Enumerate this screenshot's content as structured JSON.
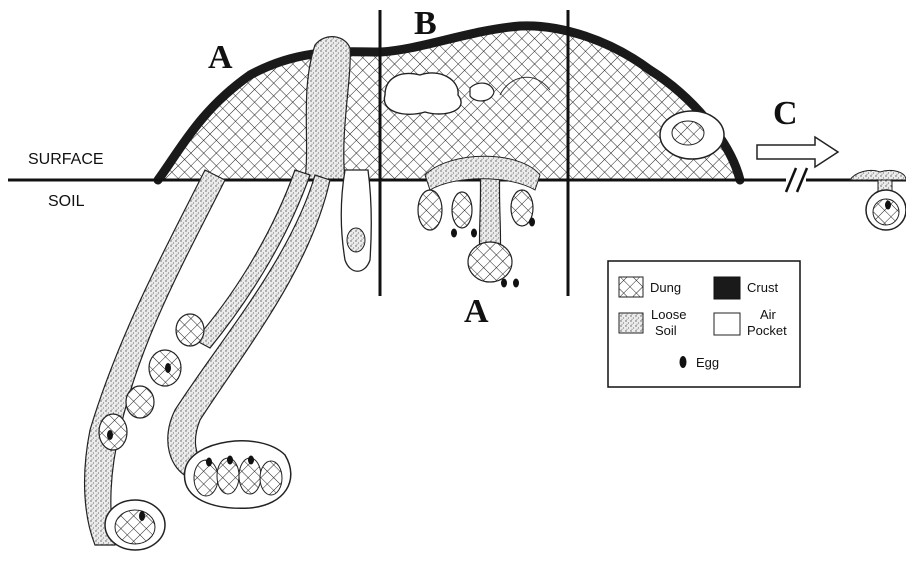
{
  "labels": {
    "surface": "SURFACE",
    "soil": "SOIL",
    "section_a_top": "A",
    "section_b": "B",
    "section_a_bottom": "A",
    "section_c": "C"
  },
  "legend": {
    "dung": "Dung",
    "crust": "Crust",
    "loose_soil_line1": "Loose",
    "loose_soil_line2": "Soil",
    "air_pocket_line1": "Air",
    "air_pocket_line2": "Pocket",
    "egg": "Egg"
  },
  "colors": {
    "ink": "#111111",
    "crust": "#1a1a1a",
    "background": "#ffffff"
  }
}
